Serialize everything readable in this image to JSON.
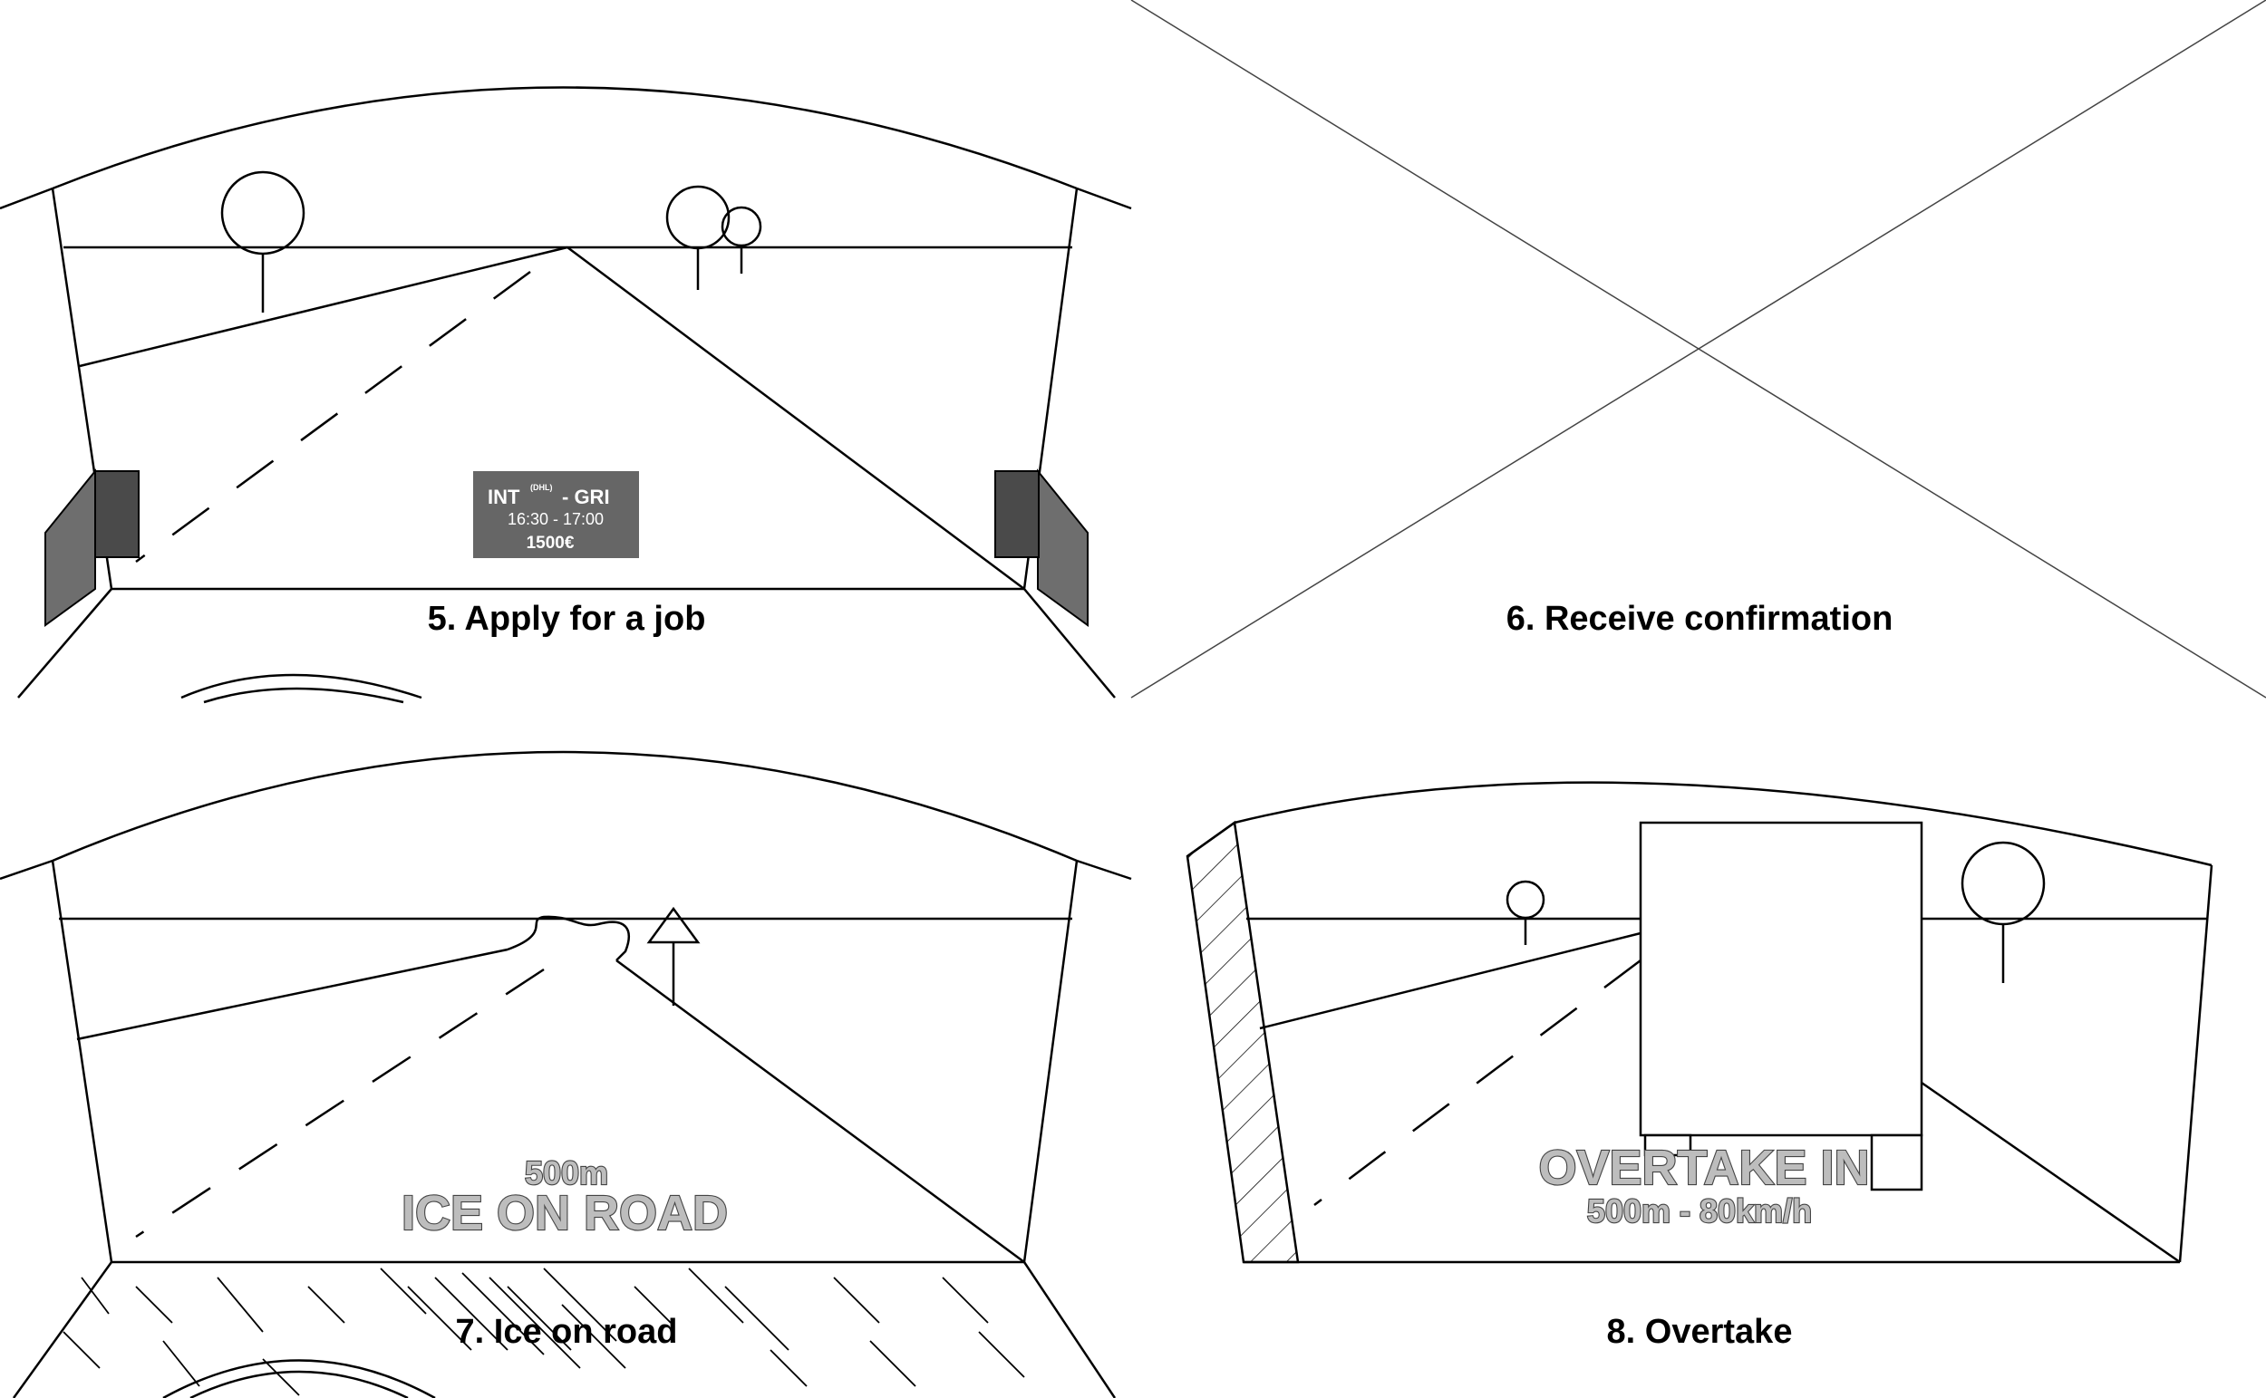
{
  "panels": [
    {
      "caption": "5. Apply for a job",
      "job_card": {
        "route_from": "INT",
        "route_company": "(DHL)",
        "route_to": "- GRI",
        "time": "16:30  -  17:00",
        "price": "1500€"
      }
    },
    {
      "caption": "6. Receive confirmation"
    },
    {
      "caption": "7. Ice on road",
      "hud_distance": "500m",
      "hud_warning": "ICE ON ROAD"
    },
    {
      "caption": "8. Overtake",
      "hud_title": "OVERTAKE IN",
      "hud_detail": "500m - 80km/h"
    }
  ],
  "colors": {
    "line": "#000000",
    "mirror": "#6e6e6e",
    "mirror_dark": "#4a4a4a",
    "card_bg": "#666666",
    "hud_fill": "#bdbdbd"
  }
}
